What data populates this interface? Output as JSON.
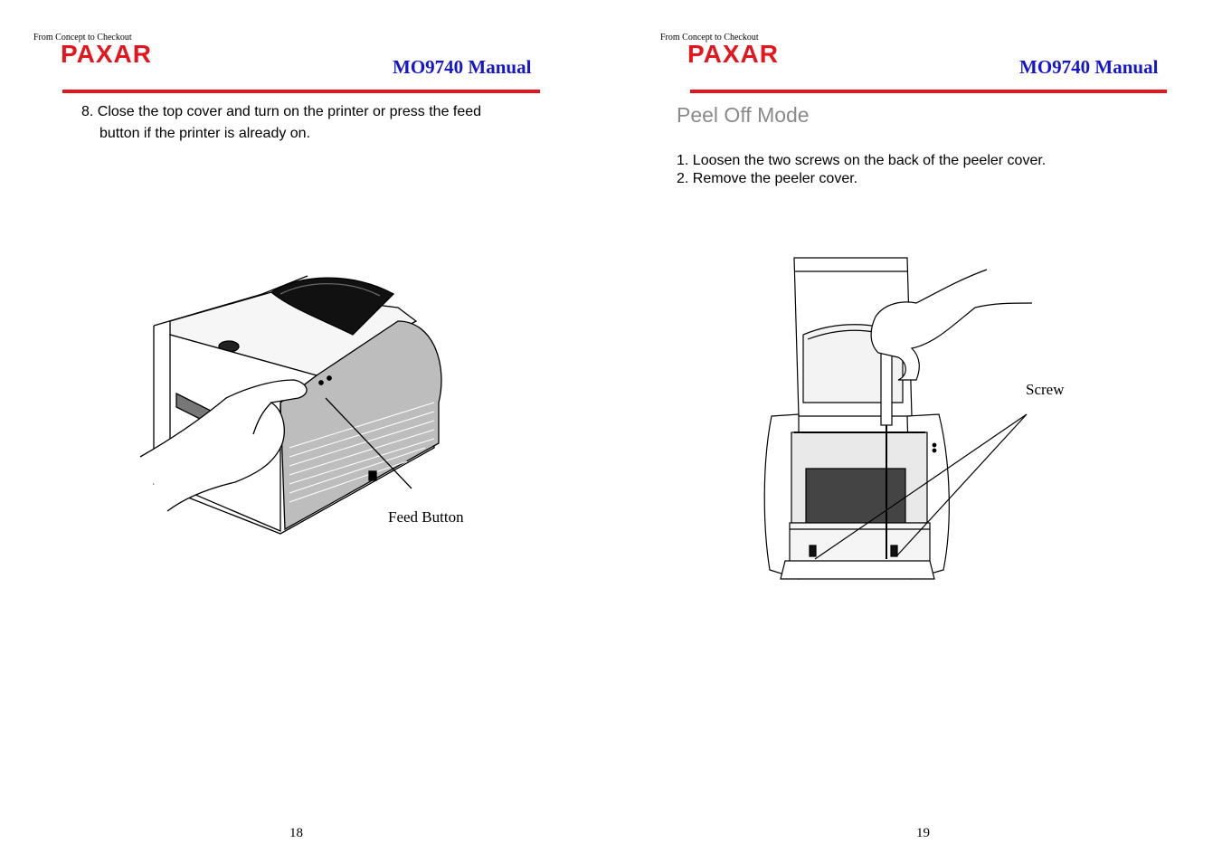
{
  "left_page": {
    "logo": {
      "tagline": "From Concept to Checkout",
      "brand": "PAXAR"
    },
    "header_title": "MO9740 Manual",
    "step": {
      "number": "8.",
      "text_line1": "Close the top cover and turn on the printer or press the feed",
      "text_line2": "button if the printer is already on."
    },
    "figure_caption": "Feed Button",
    "page_number": "18"
  },
  "right_page": {
    "logo": {
      "tagline": "From Concept to Checkout",
      "brand": "PAXAR"
    },
    "header_title": "MO9740 Manual",
    "section_title": "Peel Off Mode",
    "steps": [
      "1. Loosen the two screws on the back of the peeler cover.",
      "2. Remove the peeler cover."
    ],
    "figure_caption": "Screw",
    "page_number": "19"
  },
  "colors": {
    "brand_red": "#e3161e",
    "title_blue": "#1515d0",
    "section_gray": "#8a8a8a"
  }
}
